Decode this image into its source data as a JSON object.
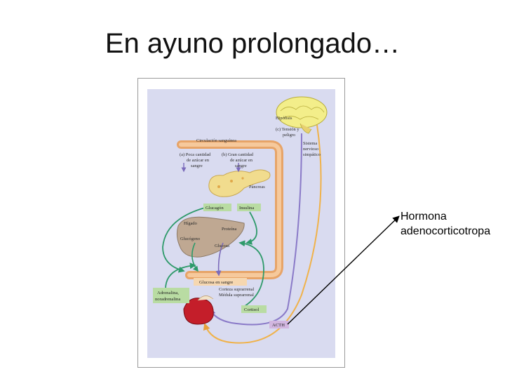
{
  "slide": {
    "title": "En ayuno prolongado…"
  },
  "callout": {
    "line1": "Hormona",
    "line2": "adenocorticotropa"
  },
  "diagram": {
    "hipofisis": "Hipófisis",
    "tension_line1": "(c) Tensión y",
    "tension_line2": "peligro",
    "sistema_line1": "Sistema",
    "sistema_line2": "nervioso",
    "sistema_line3": "simpático",
    "circulacion": "Circulación sanguínea",
    "poca_line1": "(a) Poca cantidad",
    "poca_line2": "de azúcar en",
    "poca_line3": "sangre",
    "gran_line1": "(b) Gran cantidad",
    "gran_line2": "de azúcar en",
    "gran_line3": "sangre",
    "pancreas": "Páncreas",
    "glucagon": "Glucagón",
    "insulina": "Insulina",
    "higado": "Hígado",
    "proteina": "Proteína",
    "glucogeno": "Glucógeno",
    "glucosa": "Glucosa",
    "glucosa_sangre": "Glucosa en sangre",
    "adrenalina_line1": "Adrenalina,",
    "adrenalina_line2": "noradrenalina",
    "corteza": "Corteza suprarrenal",
    "medula": "Médula suprarrenal",
    "cortisol": "Cortisol",
    "acth": "ACTH"
  },
  "colors": {
    "panel_bg": "#d9dbf0",
    "blood_vessel": "#f0b47a",
    "green_arrow": "#2e9a6a",
    "purple_arrow": "#8a7ac8",
    "label_box_green": "#b9dca3",
    "label_box_purple": "#d2b6e0",
    "brain": "#f3ee8a",
    "liver": "#bfa892",
    "adrenal": "#c41e2a"
  }
}
